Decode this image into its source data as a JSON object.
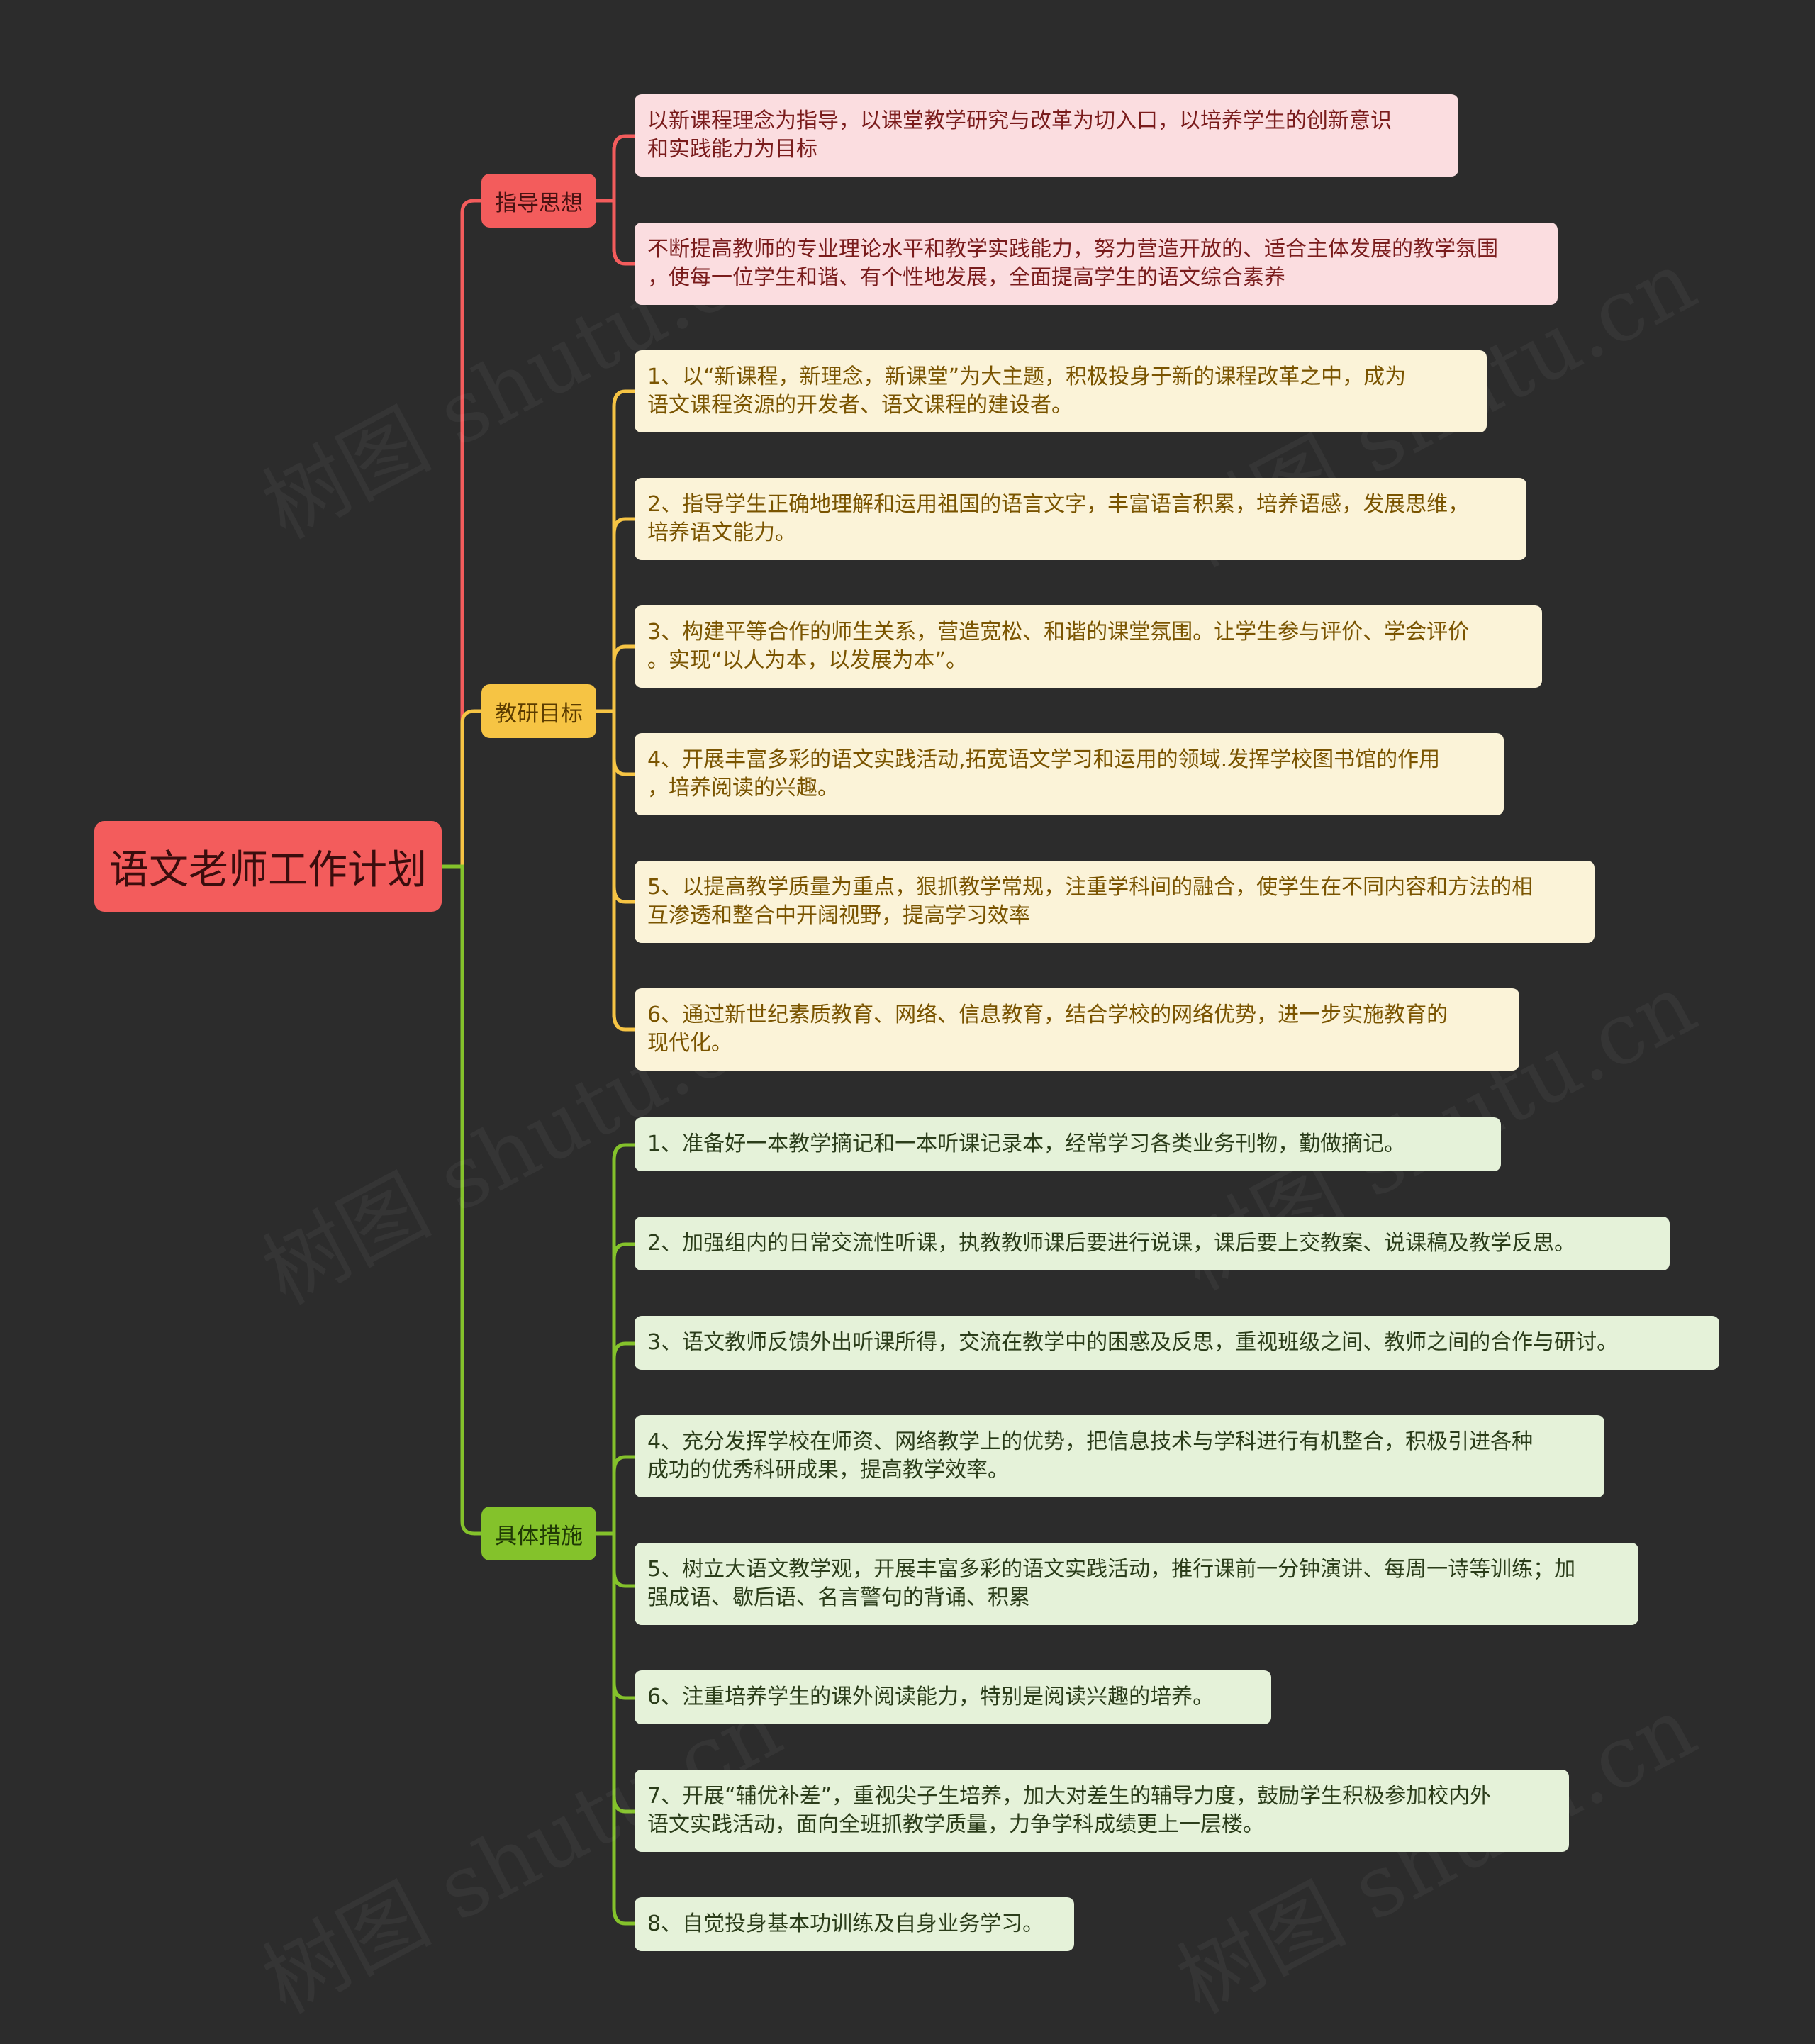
{
  "root": {
    "label": "语文老师工作计划"
  },
  "branches": [
    {
      "label": "指导思想",
      "items": [
        "以新课程理念为指导，以课堂教学研究与改革为切入口，以培养学生的创新意识\n和实践能力为目标",
        "不断提高教师的专业理论水平和教学实践能力，努力营造开放的、适合主体发展的教学氛围\n，使每一位学生和谐、有个性地发展，全面提高学生的语文综合素养"
      ]
    },
    {
      "label": "教研目标",
      "items": [
        "1、以“新课程，新理念，新课堂”为大主题，积极投身于新的课程改革之中，成为\n语文课程资源的开发者、语文课程的建设者。",
        "2、指导学生正确地理解和运用祖国的语言文字，丰富语言积累，培养语感，发展思维，\n培养语文能力。",
        "3、构建平等合作的师生关系，营造宽松、和谐的课堂氛围。让学生参与评价、学会评价\n。实现“以人为本，以发展为本”。",
        "4、开展丰富多彩的语文实践活动,拓宽语文学习和运用的领域.发挥学校图书馆的作用\n，培养阅读的兴趣。",
        "5、以提高教学质量为重点，狠抓教学常规，注重学科间的融合，使学生在不同内容和方法的相\n互渗透和整合中开阔视野，提高学习效率",
        "6、通过新世纪素质教育、网络、信息教育，结合学校的网络优势，进一步实施教育的\n现代化。"
      ]
    },
    {
      "label": "具体措施",
      "items": [
        "1、准备好一本教学摘记和一本听课记录本，经常学习各类业务刊物，勤做摘记。",
        "2、加强组内的日常交流性听课，执教教师课后要进行说课，课后要上交教案、说课稿及教学反思。",
        "3、语文教师反馈外出听课所得，交流在教学中的困惑及反思，重视班级之间、教师之间的合作与研讨。",
        "4、充分发挥学校在师资、网络教学上的优势，把信息技术与学科进行有机整合，积极引进各种\n成功的优秀科研成果，提高教学效率。",
        "5、树立大语文教学观，开展丰富多彩的语文实践活动，推行课前一分钟演讲、每周一诗等训练；加\n强成语、歇后语、名言警句的背诵、积累",
        "6、注重培养学生的课外阅读能力，特别是阅读兴趣的培养。",
        "7、开展“辅优补差”，重视尖子生培养，加大对差生的辅导力度，鼓励学生积极参加校内外\n语文实践活动，面向全班抓教学质量，力争学科成绩更上一层楼。",
        "8、自觉投身基本功训练及自身业务学习。"
      ]
    }
  ],
  "colors": {
    "background": "#2c2c2c",
    "red": "#f35c5c",
    "yellow": "#f6c444",
    "green": "#84c22b"
  },
  "watermark": "树图 shutu.cn"
}
